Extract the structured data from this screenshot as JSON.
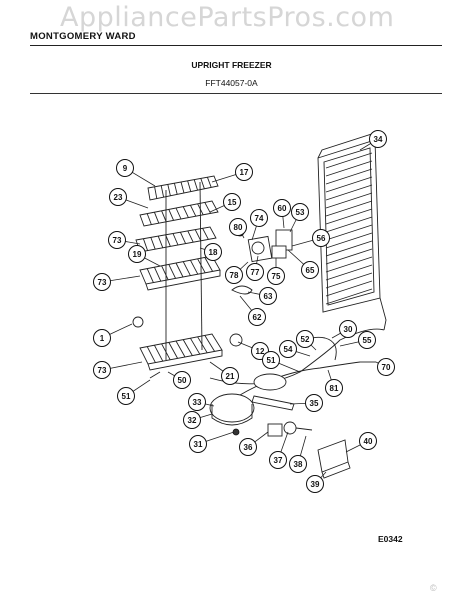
{
  "watermark": "AppliancePartsPros.com",
  "header": {
    "brand": "MONTGOMERY WARD",
    "title": "UPRIGHT FREEZER",
    "model": "FFT44057-0A"
  },
  "diagram_code": "E0342",
  "footer_mark": "©",
  "callouts": [
    "9",
    "17",
    "23",
    "15",
    "73",
    "18",
    "19",
    "73",
    "1",
    "73",
    "51",
    "50",
    "21",
    "12",
    "74",
    "80",
    "60",
    "53",
    "56",
    "34",
    "77",
    "75",
    "78",
    "65",
    "63",
    "62",
    "30",
    "52",
    "55",
    "51",
    "54",
    "70",
    "81",
    "33",
    "35",
    "32",
    "31",
    "36",
    "37",
    "38",
    "40",
    "39"
  ]
}
